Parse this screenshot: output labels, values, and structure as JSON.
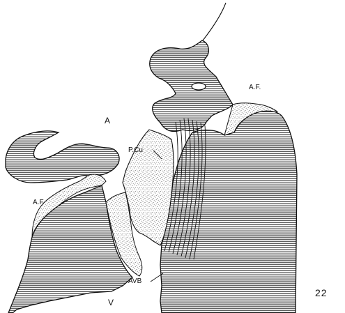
{
  "labels": {
    "af_upper": "A.F.",
    "atrium": "A",
    "pcu": "P.Cu",
    "af_left": "A.F",
    "avb": "AVB",
    "ventricle": "V",
    "figure_number": "22"
  },
  "colors": {
    "ink": "#111111",
    "paper": "#ffffff",
    "hatch": "#2a2a2a",
    "stipple": "#3a3a3a"
  }
}
